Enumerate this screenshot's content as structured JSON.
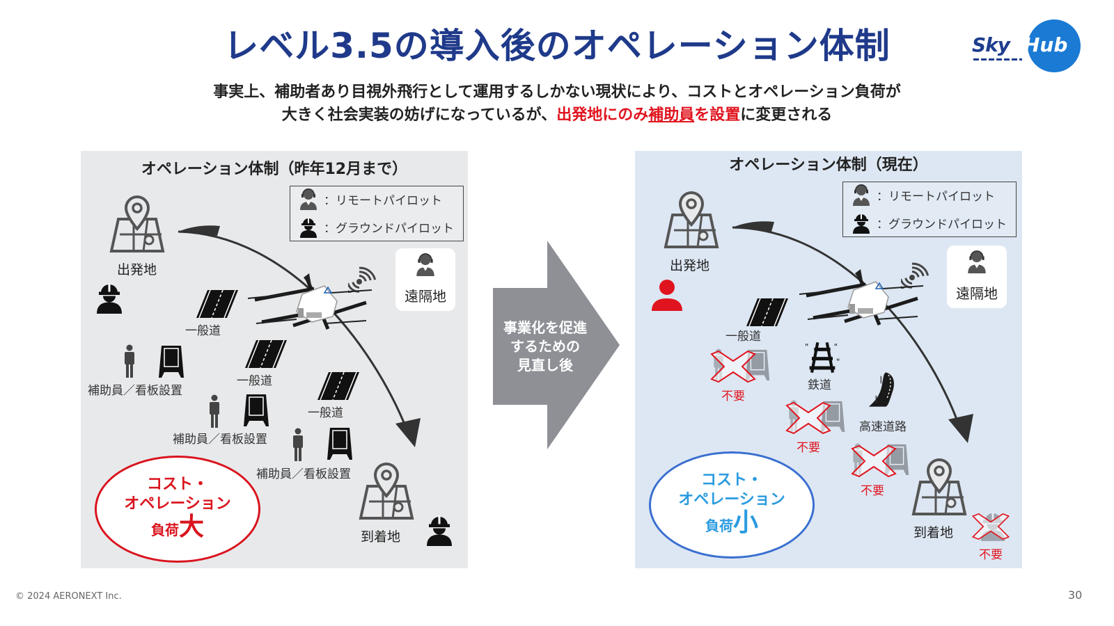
{
  "slide": {
    "title": "レベル3.5の導入後のオペレーション体制",
    "logo": {
      "sky": "Sky",
      "hub": "Hub",
      "brand_color": "#1a7ad4",
      "dark_color": "#1e3d8f"
    },
    "subtitle": {
      "line1": "事実上、補助者あり目視外飛行として運用するしかない現状により、コストとオペレーション負荷が",
      "line2_prefix": "大きく社会実装の妨げになっているが、",
      "line2_red_a": "出発地にのみ",
      "line2_red_underline": "補助員",
      "line2_red_b": "を設置",
      "line2_suffix": "に変更される",
      "highlight_color": "#e0141e"
    },
    "footer": {
      "copyright": "© 2024 AERONEXT Inc.",
      "page_number": "30"
    }
  },
  "left_panel": {
    "title": "オペレーション体制（昨年12月まで）",
    "legend": [
      {
        "icon": "remote-pilot-icon",
        "label": "：リモートパイロット"
      },
      {
        "icon": "ground-pilot-icon",
        "label": "：グラウンドパイロット"
      }
    ],
    "origin_label": "出発地",
    "destination_label": "到着地",
    "remote_label": "遠隔地",
    "roads": [
      "一般道",
      "一般道",
      "一般道"
    ],
    "assistants": [
      "補助員／看板設置",
      "補助員／看板設置",
      "補助員／看板設置"
    ],
    "burden": {
      "line1": "コスト・",
      "line2": "オペレーション",
      "line3_prefix": "負荷",
      "line3_big": "大",
      "color": "#d9141e"
    }
  },
  "transition_arrow": {
    "lines": [
      "事業化を促進",
      "するための",
      "見直し後"
    ],
    "color": "#8e9096"
  },
  "right_panel": {
    "title": "オペレーション体制（現在）",
    "legend": [
      {
        "icon": "remote-pilot-icon",
        "label": "：リモートパイロット"
      },
      {
        "icon": "ground-pilot-icon",
        "label": "：グラウンドパイロット"
      }
    ],
    "origin_label": "出発地",
    "destination_label": "到着地",
    "remote_label": "遠隔地",
    "road_label": "一般道",
    "railway_label": "鉄道",
    "highway_label": "高速道路",
    "not_required": [
      "不要",
      "不要",
      "不要",
      "不要"
    ],
    "burden": {
      "line1": "コスト・",
      "line2": "オペレーション",
      "line3_prefix": "負荷",
      "line3_big": "小",
      "color": "#2a9be0"
    }
  }
}
